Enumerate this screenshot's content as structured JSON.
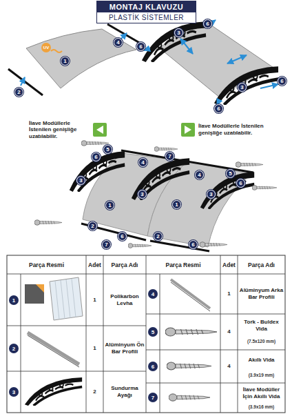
{
  "diagram": {
    "title": "MONTAJ KLAVUZU",
    "nodes": [
      {
        "text": [
          "PLASTİK SİSTEMLER"
        ]
      }
    ],
    "labels": [
      "UV",
      "1",
      "4",
      "2",
      "3",
      "6",
      "6",
      "3",
      "6",
      "6",
      "İlave Modüllerle İstenilen genişliğe uzatılabilir.",
      "İlave Modüllerle İstenilen genişliğe uzatılabilir.",
      "5",
      "6",
      "4",
      "7",
      "4",
      "5",
      "6",
      "3",
      "1",
      "3",
      "1",
      "3",
      "2",
      "6",
      "2",
      "7",
      "6",
      "Parça Resmi",
      "Adet",
      "Parça Adı",
      "Parça Resmi",
      "Adet",
      "Parça Adı",
      "1",
      "1",
      "Polikarbon Levha",
      "2",
      "1",
      "Alüminyum Ön Bar Profili",
      "3",
      "2",
      "Sundurma Ayağı",
      "4",
      "1",
      "Alüminyum Arka Bar Profili",
      "5",
      "4",
      "Tork - Buldex Vida",
      "(7.5x120 mm)",
      "6",
      "4",
      "Akıllı Vida",
      "(3.9x19 mm)",
      "7",
      "İlave Modüller İçin Akıllı Vida",
      "(3.9x16 mm)"
    ]
  }
}
